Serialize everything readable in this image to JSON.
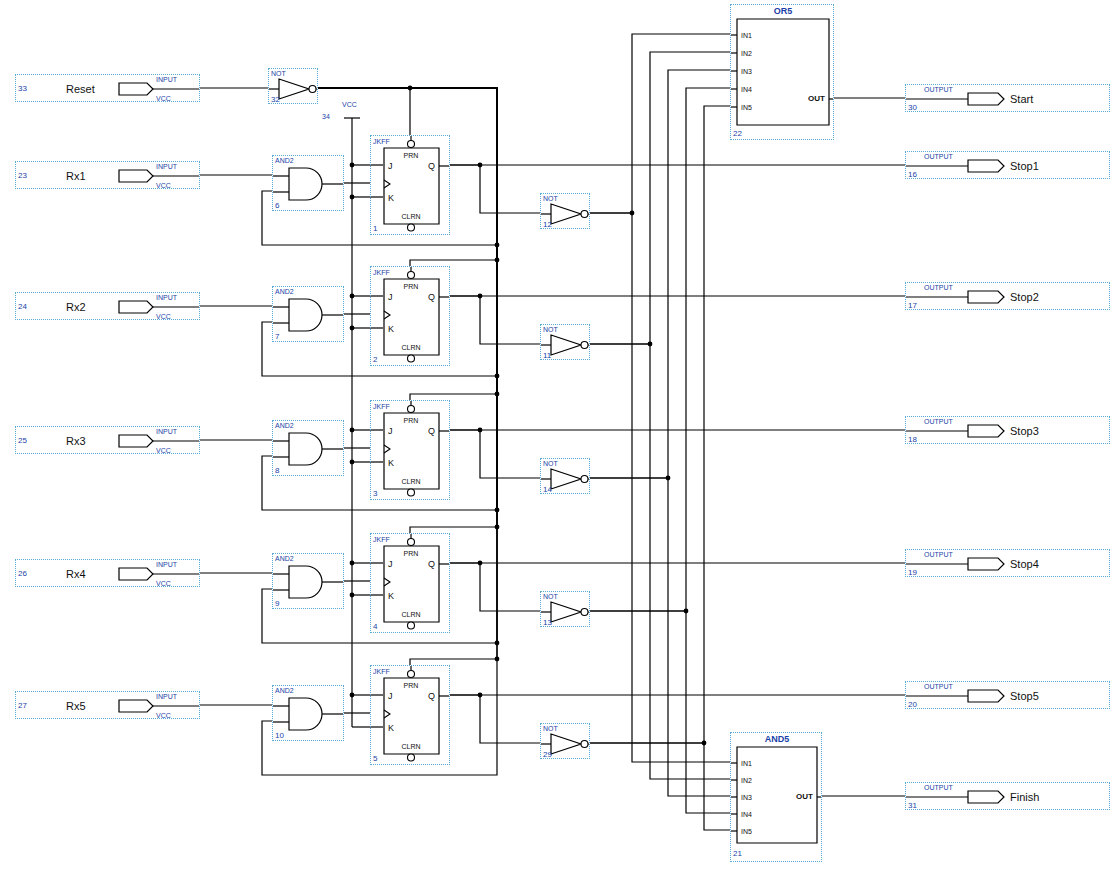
{
  "diagram": {
    "nodes": [
      {
        "text": [
          "33",
          "Reset",
          "INPUT",
          "VCC"
        ]
      },
      {
        "text": [
          "NOT",
          "32"
        ]
      },
      {
        "text": [
          "OR5",
          "IN1",
          "IN2",
          "IN3",
          "IN4",
          "IN5",
          "OUT",
          "22"
        ]
      },
      {
        "text": [
          "30",
          "OUTPUT",
          "Start"
        ]
      },
      {
        "text": [
          "23",
          "Rx1",
          "INPUT",
          "VCC"
        ]
      },
      {
        "text": [
          "AND2",
          "6"
        ]
      },
      {
        "text": [
          "JKFF",
          "PRN",
          "J",
          "K",
          "Q",
          "CLRN",
          "1"
        ]
      },
      {
        "text": [
          "NOT",
          "12"
        ]
      },
      {
        "text": [
          "16",
          "OUTPUT",
          "Stop1"
        ]
      },
      {
        "text": [
          "24",
          "Rx2",
          "INPUT",
          "VCC"
        ]
      },
      {
        "text": [
          "AND2",
          "7"
        ]
      },
      {
        "text": [
          "JKFF",
          "PRN",
          "J",
          "K",
          "Q",
          "CLRN",
          "2"
        ]
      },
      {
        "text": [
          "NOT",
          "11"
        ]
      },
      {
        "text": [
          "17",
          "OUTPUT",
          "Stop2"
        ]
      },
      {
        "text": [
          "25",
          "Rx3",
          "INPUT",
          "VCC"
        ]
      },
      {
        "text": [
          "AND2",
          "8"
        ]
      },
      {
        "text": [
          "JKFF",
          "PRN",
          "J",
          "K",
          "Q",
          "CLRN",
          "3"
        ]
      },
      {
        "text": [
          "NOT",
          "14"
        ]
      },
      {
        "text": [
          "18",
          "OUTPUT",
          "Stop3"
        ]
      },
      {
        "text": [
          "26",
          "Rx4",
          "INPUT",
          "VCC"
        ]
      },
      {
        "text": [
          "AND2",
          "9"
        ]
      },
      {
        "text": [
          "JKFF",
          "PRN",
          "J",
          "K",
          "Q",
          "CLRN",
          "4"
        ]
      },
      {
        "text": [
          "NOT",
          "13"
        ]
      },
      {
        "text": [
          "19",
          "OUTPUT",
          "Stop4"
        ]
      },
      {
        "text": [
          "27",
          "Rx5",
          "INPUT",
          "VCC"
        ]
      },
      {
        "text": [
          "AND2",
          "10"
        ]
      },
      {
        "text": [
          "JKFF",
          "PRN",
          "J",
          "K",
          "Q",
          "CLRN",
          "5"
        ]
      },
      {
        "text": [
          "NOT",
          "29"
        ]
      },
      {
        "text": [
          "20",
          "OUTPUT",
          "Stop5"
        ]
      },
      {
        "text": [
          "AND5",
          "IN1",
          "IN2",
          "IN3",
          "IN4",
          "IN5",
          "OUT",
          "21"
        ]
      },
      {
        "text": [
          "31",
          "OUTPUT",
          "Finish"
        ]
      }
    ],
    "edges": [
      {
        "from": 0,
        "to": 1,
        "arrow": "none"
      },
      {
        "from": 1,
        "to": 6,
        "arrow": "none"
      },
      {
        "from": 1,
        "to": 5,
        "arrow": "none"
      },
      {
        "from": 4,
        "to": 5,
        "arrow": "none"
      },
      {
        "from": 5,
        "to": 6,
        "arrow": "none"
      },
      {
        "from": 6,
        "to": 8,
        "arrow": "none"
      },
      {
        "from": 6,
        "to": 7,
        "arrow": "none"
      },
      {
        "from": 7,
        "to": 2,
        "arrow": "none"
      },
      {
        "from": 7,
        "to": 29,
        "arrow": "none"
      },
      {
        "from": 1,
        "to": 11,
        "arrow": "none"
      },
      {
        "from": 1,
        "to": 10,
        "arrow": "none"
      },
      {
        "from": 9,
        "to": 10,
        "arrow": "none"
      },
      {
        "from": 10,
        "to": 11,
        "arrow": "none"
      },
      {
        "from": 11,
        "to": 13,
        "arrow": "none"
      },
      {
        "from": 11,
        "to": 12,
        "arrow": "none"
      },
      {
        "from": 12,
        "to": 2,
        "arrow": "none"
      },
      {
        "from": 12,
        "to": 29,
        "arrow": "none"
      },
      {
        "from": 1,
        "to": 16,
        "arrow": "none"
      },
      {
        "from": 1,
        "to": 15,
        "arrow": "none"
      },
      {
        "from": 14,
        "to": 15,
        "arrow": "none"
      },
      {
        "from": 15,
        "to": 16,
        "arrow": "none"
      },
      {
        "from": 16,
        "to": 18,
        "arrow": "none"
      },
      {
        "from": 16,
        "to": 17,
        "arrow": "none"
      },
      {
        "from": 17,
        "to": 2,
        "arrow": "none"
      },
      {
        "from": 17,
        "to": 29,
        "arrow": "none"
      },
      {
        "from": 1,
        "to": 21,
        "arrow": "none"
      },
      {
        "from": 1,
        "to": 20,
        "arrow": "none"
      },
      {
        "from": 19,
        "to": 20,
        "arrow": "none"
      },
      {
        "from": 20,
        "to": 21,
        "arrow": "none"
      },
      {
        "from": 21,
        "to": 23,
        "arrow": "none"
      },
      {
        "from": 21,
        "to": 22,
        "arrow": "none"
      },
      {
        "from": 22,
        "to": 2,
        "arrow": "none"
      },
      {
        "from": 22,
        "to": 29,
        "arrow": "none"
      },
      {
        "from": 1,
        "to": 26,
        "arrow": "none"
      },
      {
        "from": 1,
        "to": 25,
        "arrow": "none"
      },
      {
        "from": 24,
        "to": 25,
        "arrow": "none"
      },
      {
        "from": 25,
        "to": 26,
        "arrow": "none"
      },
      {
        "from": 26,
        "to": 28,
        "arrow": "none"
      },
      {
        "from": 26,
        "to": 27,
        "arrow": "none"
      },
      {
        "from": 27,
        "to": 2,
        "arrow": "none"
      },
      {
        "from": 27,
        "to": 29,
        "arrow": "none"
      },
      {
        "from": 2,
        "to": 3,
        "arrow": "none"
      },
      {
        "from": 29,
        "to": 30,
        "arrow": "none"
      }
    ],
    "labels": [
      "34",
      "VCC"
    ]
  }
}
